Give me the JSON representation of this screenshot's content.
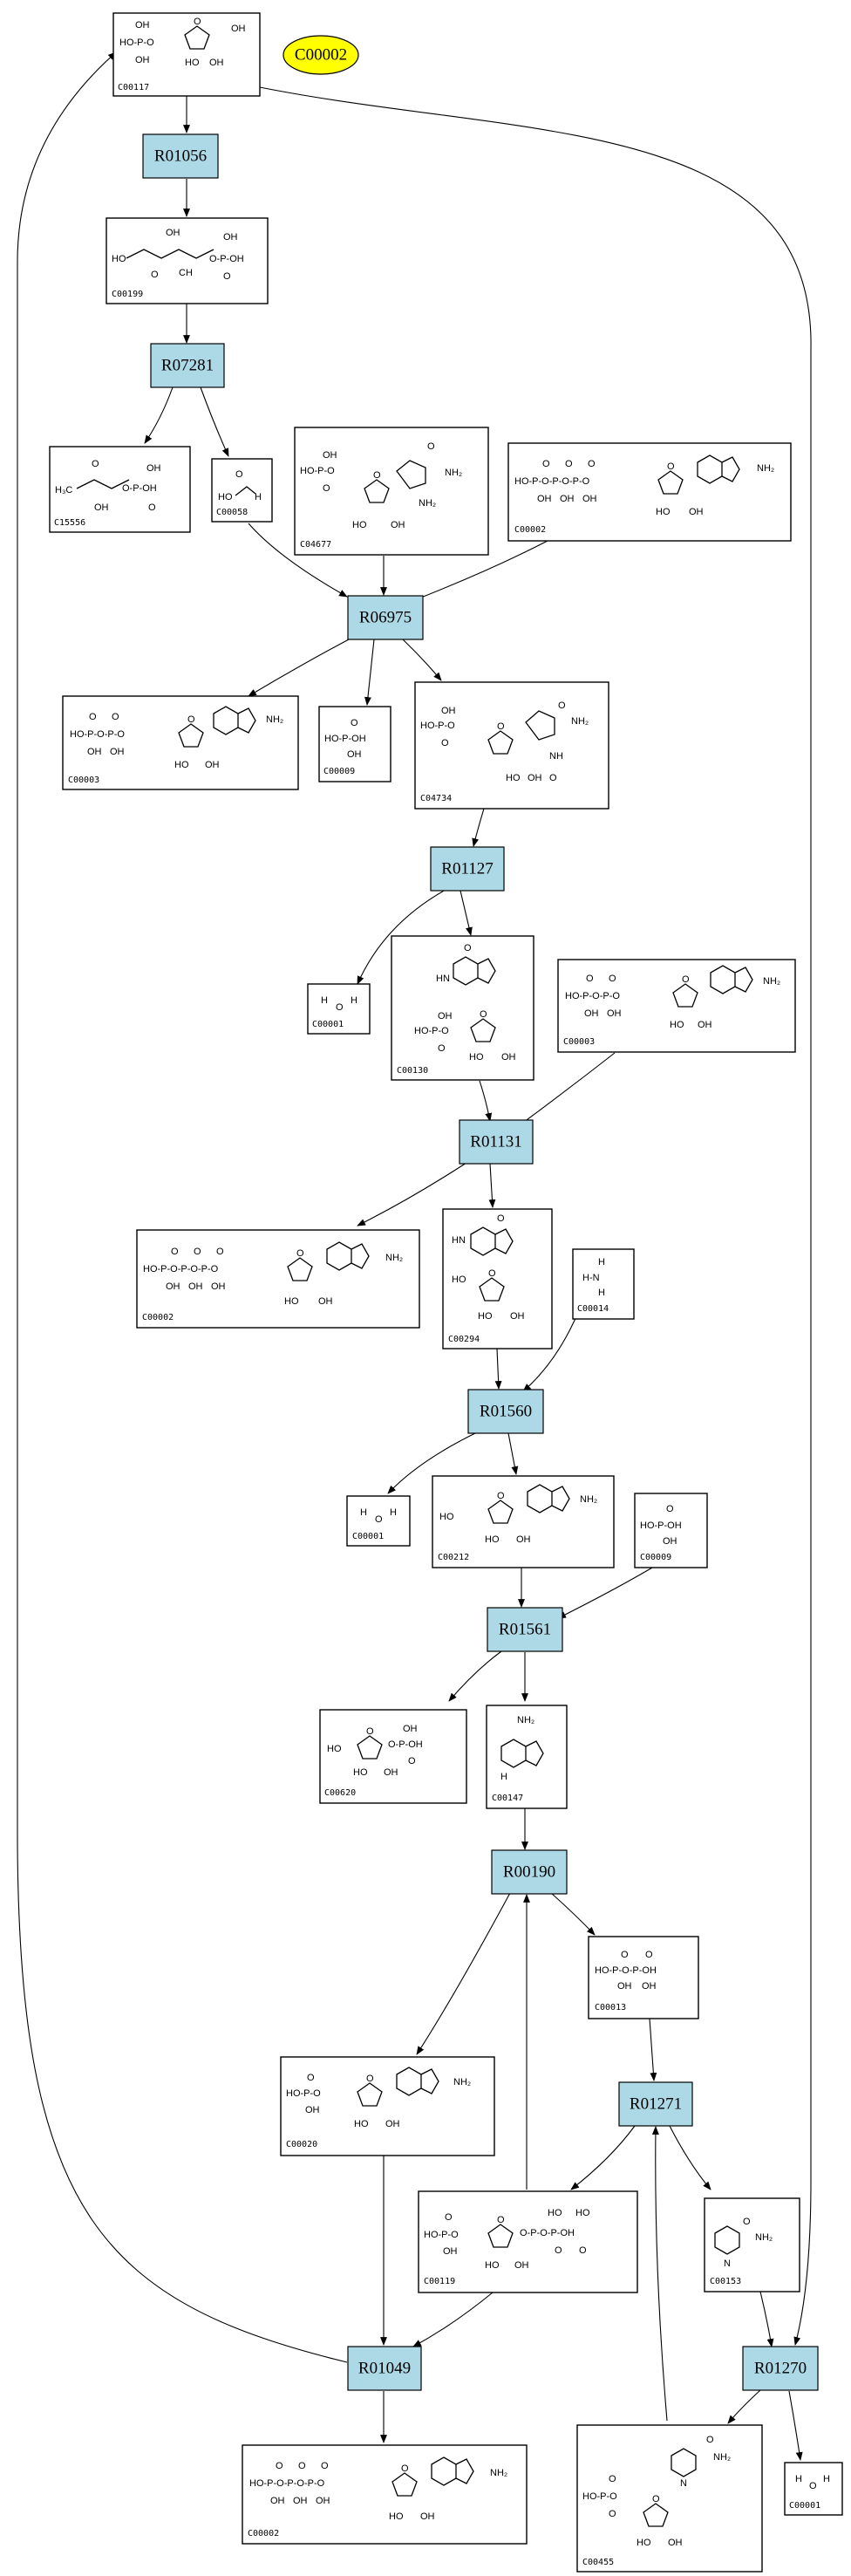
{
  "highlight": {
    "label": "C00002",
    "color": "#ffff00"
  },
  "reactions": {
    "R01056": "R01056",
    "R07281": "R07281",
    "R06975": "R06975",
    "R01127": "R01127",
    "R01131": "R01131",
    "R01560": "R01560",
    "R01561": "R01561",
    "R00190": "R00190",
    "R01271": "R01271",
    "R01049": "R01049",
    "R01270": "R01270"
  },
  "compounds": [
    {
      "label": "C00117",
      "icon": "ribose-5-phosphate"
    },
    {
      "label": "C00199",
      "icon": "ribulose-5-phosphate"
    },
    {
      "label": "C15556",
      "icon": "phospho-hydroxyacetone"
    },
    {
      "label": "C00058",
      "icon": "formate"
    },
    {
      "label": "C04677",
      "icon": "aicar"
    },
    {
      "label": "C00002",
      "icon": "atp"
    },
    {
      "label": "C00003",
      "icon": "nad"
    },
    {
      "label": "C00009",
      "icon": "phosphate"
    },
    {
      "label": "C04734",
      "icon": "faicar"
    },
    {
      "label": "C00001",
      "icon": "water"
    },
    {
      "label": "C00130",
      "icon": "imp"
    },
    {
      "label": "C00003",
      "icon": "nad"
    },
    {
      "label": "C00002",
      "icon": "atp"
    },
    {
      "label": "C00294",
      "icon": "inosine"
    },
    {
      "label": "C00014",
      "icon": "ammonia"
    },
    {
      "label": "C00001",
      "icon": "water"
    },
    {
      "label": "C00212",
      "icon": "adenosine"
    },
    {
      "label": "C00009",
      "icon": "phosphate"
    },
    {
      "label": "C00620",
      "icon": "ribose-1-phosphate"
    },
    {
      "label": "C00147",
      "icon": "adenine"
    },
    {
      "label": "C00013",
      "icon": "pyrophosphate"
    },
    {
      "label": "C00020",
      "icon": "amp"
    },
    {
      "label": "C00119",
      "icon": "prpp"
    },
    {
      "label": "C00153",
      "icon": "nicotinamide"
    },
    {
      "label": "C00002",
      "icon": "atp"
    },
    {
      "label": "C00455",
      "icon": "nmn"
    },
    {
      "label": "C00001",
      "icon": "water"
    }
  ]
}
